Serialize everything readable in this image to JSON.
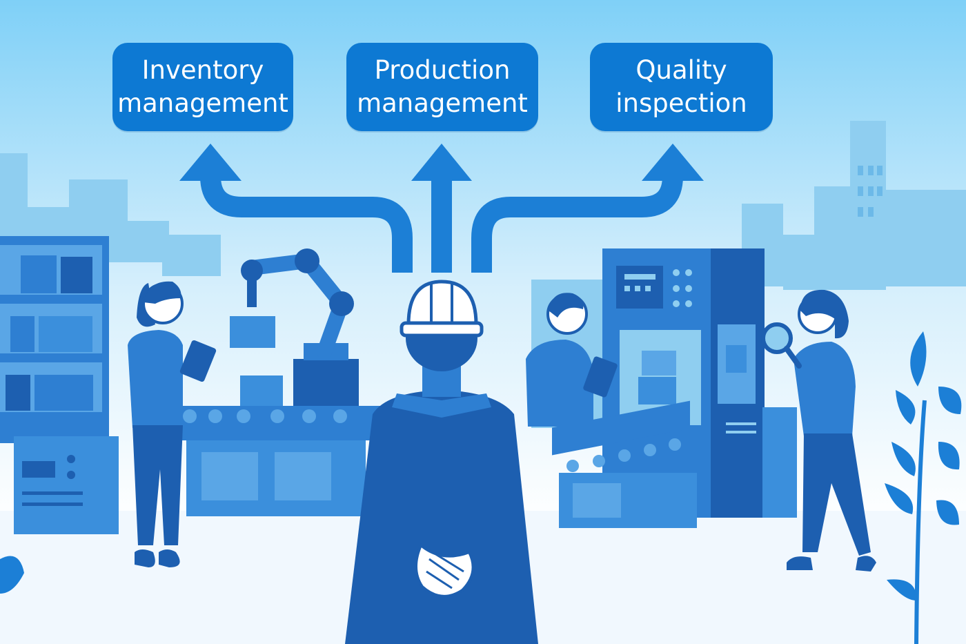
{
  "labels": {
    "inventory": {
      "line1": "Inventory",
      "line2": "management"
    },
    "production": {
      "line1": "Production",
      "line2": "management"
    },
    "quality": {
      "line1": "Quality",
      "line2": "inspection"
    }
  },
  "colors": {
    "label_fill": "#0d79d3",
    "label_text": "#ffffff",
    "sky_top": "#7fd0f7",
    "sky_bottom": "#e9f7fe",
    "city": "#8fcef0",
    "dark_blue": "#1d5fb0",
    "mid_blue": "#2e7fd2",
    "light_blue": "#5aa6e6",
    "arrow": "#1c7fd6"
  },
  "icons": [
    "flow-arrow-icon",
    "hard-hat-icon",
    "tablet-icon",
    "magnifier-icon",
    "robot-arm-icon",
    "plant-leaf-icon",
    "cardboard-box-icon"
  ]
}
